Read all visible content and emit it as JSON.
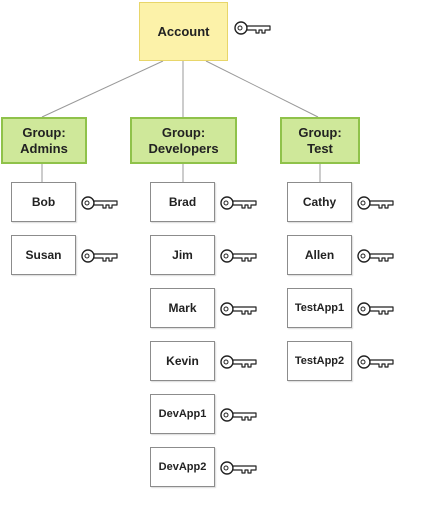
{
  "account": {
    "label": "Account"
  },
  "groups": [
    {
      "label_line1": "Group:",
      "label_line2": "Admins",
      "users": [
        "Bob",
        "Susan"
      ]
    },
    {
      "label_line1": "Group:",
      "label_line2": "Developers",
      "users": [
        "Brad",
        "Jim",
        "Mark",
        "Kevin",
        "DevApp1",
        "DevApp2"
      ]
    },
    {
      "label_line1": "Group:",
      "label_line2": "Test",
      "users": [
        "Cathy",
        "Allen",
        "TestApp1",
        "TestApp2"
      ]
    }
  ],
  "colors": {
    "account_fill": "#fcf2a9",
    "account_border": "#e8d66a",
    "group_fill": "#cfe89a",
    "group_border": "#8fc24a",
    "user_border": "#8c8c8c",
    "connector": "#999999"
  },
  "icons": {
    "credential": "key-icon"
  }
}
